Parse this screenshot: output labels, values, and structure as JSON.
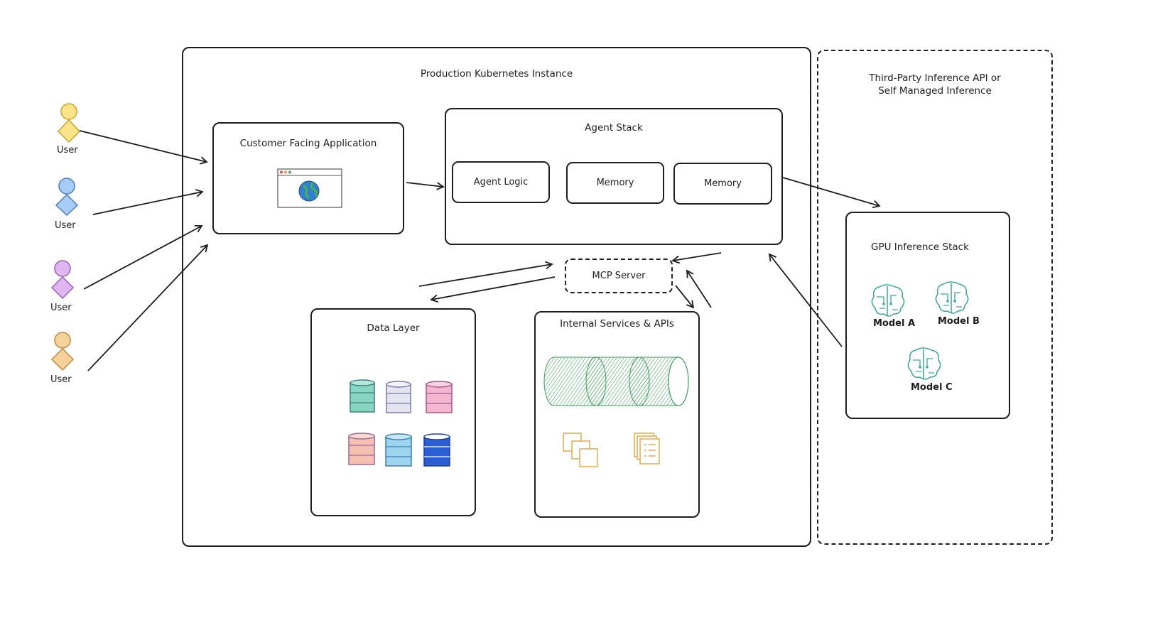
{
  "users": [
    {
      "label": "User",
      "color": "#fce588",
      "stroke": "#c9a227"
    },
    {
      "label": "User",
      "color": "#a5cdf7",
      "stroke": "#4a7fc0"
    },
    {
      "label": "User",
      "color": "#e0b6f2",
      "stroke": "#9b5fb8"
    },
    {
      "label": "User",
      "color": "#f6d29b",
      "stroke": "#c08a3a"
    }
  ],
  "kubernetes": {
    "title": "Production Kubernetes Instance"
  },
  "third_party": {
    "title_line1": "Third-Party Inference API or",
    "title_line2": "Self Managed Inference"
  },
  "customer_app": {
    "title": "Customer Facing Application"
  },
  "agent_stack": {
    "title": "Agent Stack",
    "items": [
      {
        "label": "Agent Logic"
      },
      {
        "label": "Memory"
      },
      {
        "label": "Memory"
      }
    ]
  },
  "mcp_server": {
    "label": "MCP Server"
  },
  "data_layer": {
    "title": "Data Layer"
  },
  "internal_services": {
    "title": "Internal Services & APIs"
  },
  "gpu_stack": {
    "title": "GPU Inference Stack",
    "models": [
      {
        "label": "Model A"
      },
      {
        "label": "Model B"
      },
      {
        "label": "Model C"
      }
    ]
  }
}
